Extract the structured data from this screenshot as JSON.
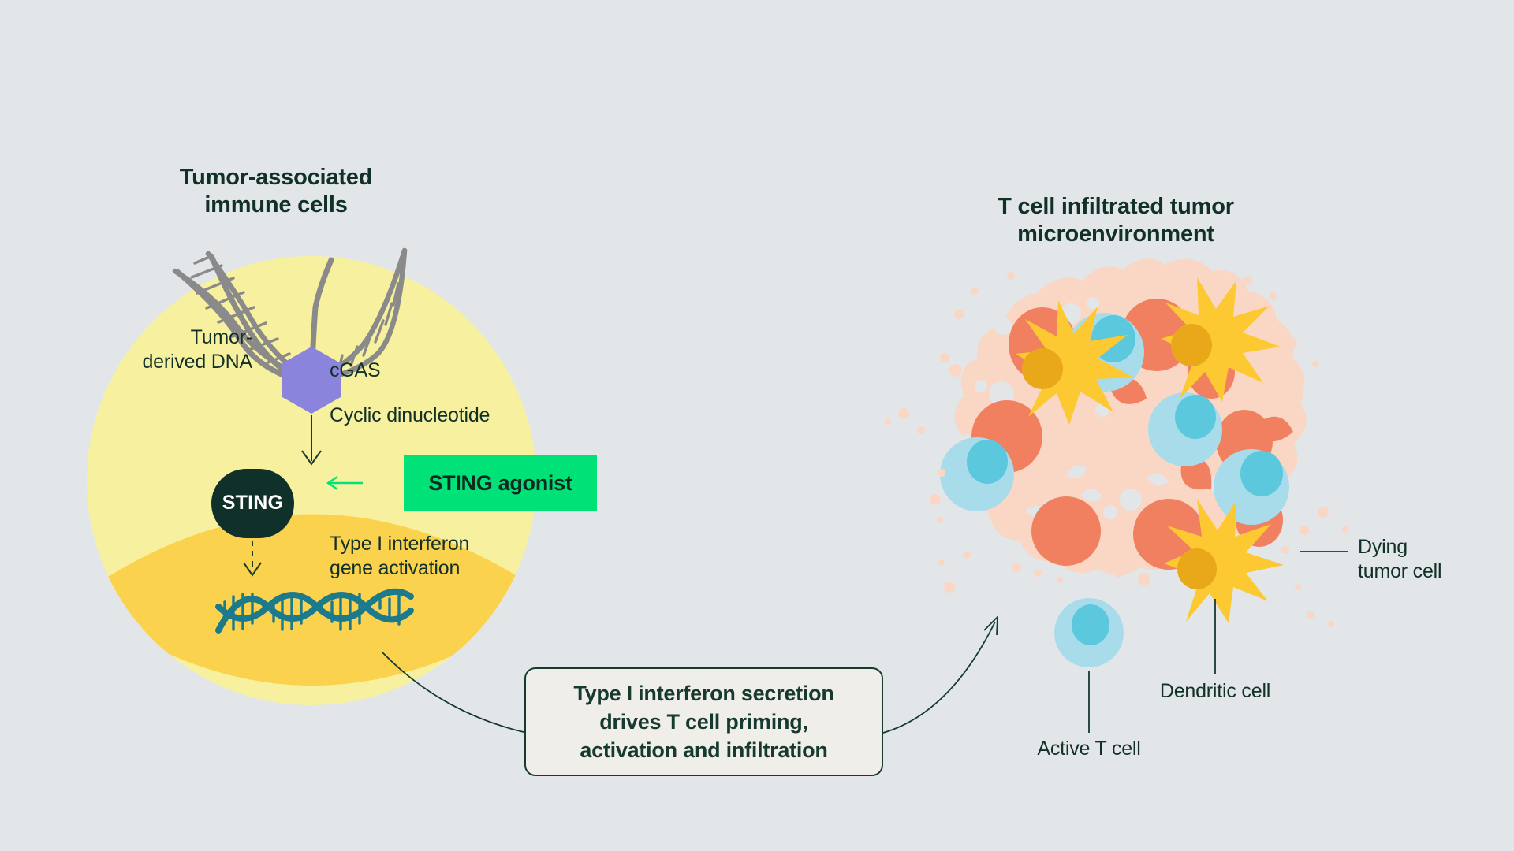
{
  "background_color": "#e2e6e9",
  "palette": {
    "text_dark": "#113028",
    "cell_cytoplasm": "#f7f09e",
    "cell_nucleus": "#fbd24e",
    "sting_pill": "#10302a",
    "sting_agonist_green": "#00e277",
    "cgas_purple": "#8b84dd",
    "tumor_dna_gray": "#8a8a8a",
    "nuclear_dna_teal": "#1b7a8c",
    "tumor_mass_peach": "#fad7c4",
    "tumor_cell_coral": "#f08060",
    "t_cell_blue": "#a8dcea",
    "t_cell_nucleus": "#5cc8de",
    "dendritic_yellow": "#fcc932",
    "dendritic_nucleus": "#e8a81a",
    "callout_fill": "#f0eee8"
  },
  "left_panel": {
    "title_line1": "Tumor-associated",
    "title_line2": "immune cells",
    "labels": {
      "tumor_dna_line1": "Tumor-",
      "tumor_dna_line2": "derived DNA",
      "cgas": "cGAS",
      "cyclic_dinucleotide": "Cyclic dinucleotide",
      "sting": "STING",
      "sting_agonist": "STING agonist",
      "interferon_line1": "Type I interferon",
      "interferon_line2": "gene activation"
    }
  },
  "right_panel": {
    "title_line1": "T cell infiltrated tumor",
    "title_line2": "microenvironment",
    "labels": {
      "dying_tumor_cell_line1": "Dying",
      "dying_tumor_cell_line2": "tumor cell",
      "dendritic_cell": "Dendritic cell",
      "active_t_cell": "Active T cell"
    }
  },
  "callout": {
    "line1": "Type I interferon secretion",
    "line2": "drives T cell priming,",
    "line3": "activation and infiltration"
  }
}
